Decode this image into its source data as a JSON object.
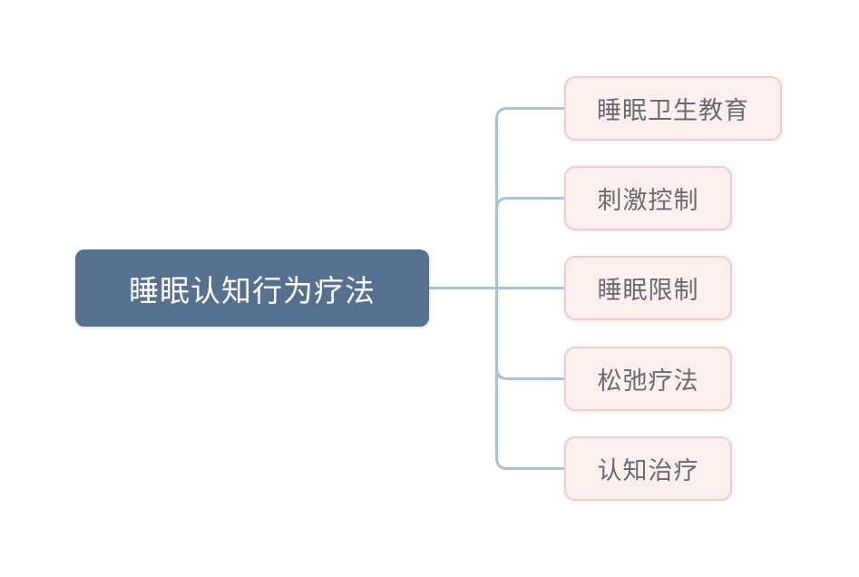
{
  "diagram": {
    "type": "mindmap",
    "root": {
      "label": "睡眠认知行为疗法"
    },
    "children": [
      {
        "label": "睡眠卫生教育"
      },
      {
        "label": "刺激控制"
      },
      {
        "label": "睡眠限制"
      },
      {
        "label": "松弛疗法"
      },
      {
        "label": "认知治疗"
      }
    ],
    "colors": {
      "root_background": "#56708F",
      "root_text": "#FFFFFF",
      "child_background": "#FCF0EF",
      "child_border": "#F2CBCA",
      "child_text": "#696A70",
      "connector_line": "#A9C0D5",
      "canvas_background": "#FFFFFF"
    }
  }
}
